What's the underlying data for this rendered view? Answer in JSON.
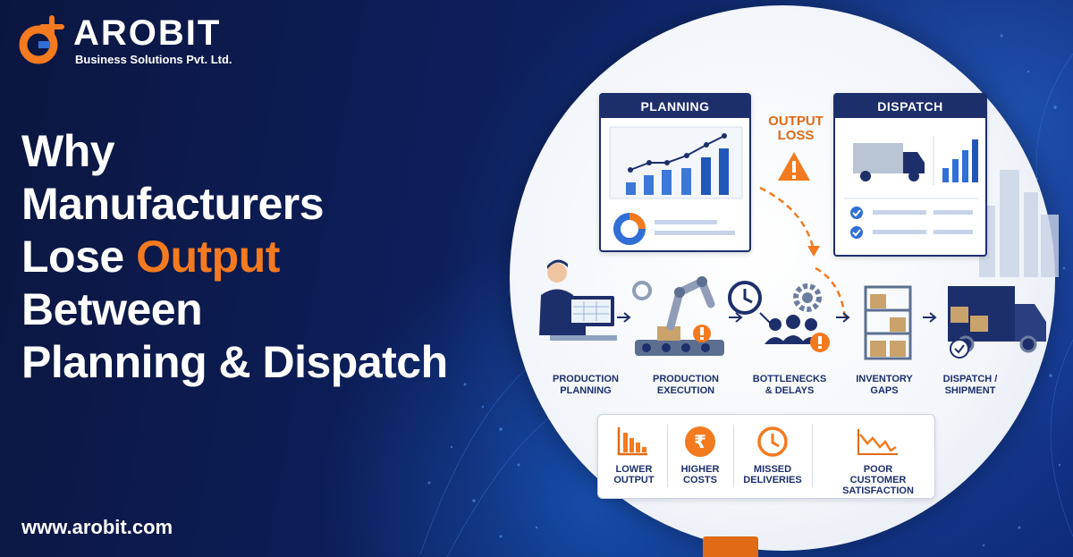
{
  "brand": {
    "name": "AROBIT",
    "subtitle": "Business Solutions Pvt. Ltd.",
    "website": "www.arobit.com"
  },
  "headline": {
    "line1": "Why",
    "line2": "Manufacturers",
    "line3_white": "Lose ",
    "line3_orange": "Output",
    "line4": "Between",
    "line5": "Planning & Dispatch"
  },
  "diagram": {
    "planning_title": "PLANNING",
    "dispatch_title": "DISPATCH",
    "output_loss": [
      "OUTPUT",
      "LOSS"
    ],
    "steps": [
      {
        "line1": "PRODUCTION",
        "line2": "PLANNING"
      },
      {
        "line1": "PRODUCTION",
        "line2": "EXECUTION"
      },
      {
        "line1": "BOTTLENECKS",
        "line2": "& DELAYS"
      },
      {
        "line1": "INVENTORY",
        "line2": "GAPS"
      },
      {
        "line1": "DISPATCH /",
        "line2": "SHIPMENT"
      }
    ],
    "impacts": [
      {
        "line1": "LOWER",
        "line2": "OUTPUT",
        "line3": ""
      },
      {
        "line1": "HIGHER",
        "line2": "COSTS",
        "line3": ""
      },
      {
        "line1": "MISSED",
        "line2": "DELIVERIES",
        "line3": ""
      },
      {
        "line1": "POOR",
        "line2": "CUSTOMER",
        "line3": "SATISFACTION"
      }
    ],
    "rupee_symbol": "₹"
  },
  "colors": {
    "navy": "#1d2f6b",
    "orange": "#f47a1f",
    "blue": "#2f6fd6",
    "background": "#0b1a52"
  },
  "icons": [
    "logo-mark-icon",
    "line-chart-icon",
    "donut-chart-icon",
    "warning-icon",
    "truck-icon",
    "bar-chart-icon",
    "check-icon",
    "person-at-computer-icon",
    "robot-arm-icon",
    "clock-icon",
    "gear-icon",
    "people-icon",
    "shelf-icon",
    "rupee-icon"
  ]
}
